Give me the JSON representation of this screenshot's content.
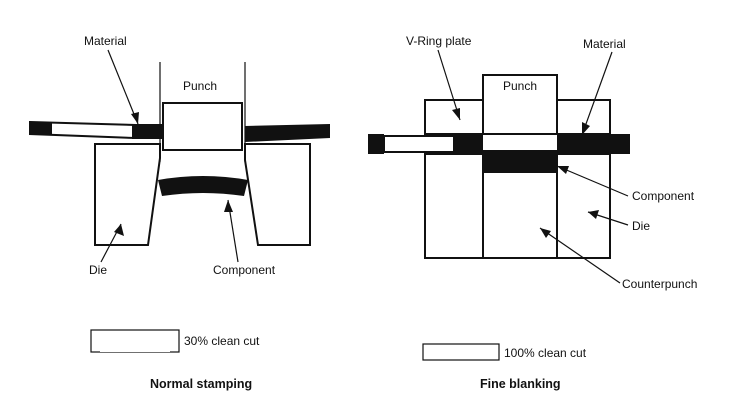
{
  "left_panel": {
    "material_label": "Material",
    "punch_label": "Punch",
    "die_label": "Die",
    "component_label": "Component",
    "clean_cut_label": "30% clean cut",
    "caption": "Normal stamping"
  },
  "right_panel": {
    "vring_label": "V-Ring plate",
    "punch_label": "Punch",
    "material_label": "Material",
    "component_label": "Component",
    "die_label": "Die",
    "counterpunch_label": "Counterpunch",
    "clean_cut_label": "100% clean cut",
    "caption": "Fine blanking"
  },
  "colors": {
    "ink": "#111111",
    "paper": "#ffffff"
  }
}
